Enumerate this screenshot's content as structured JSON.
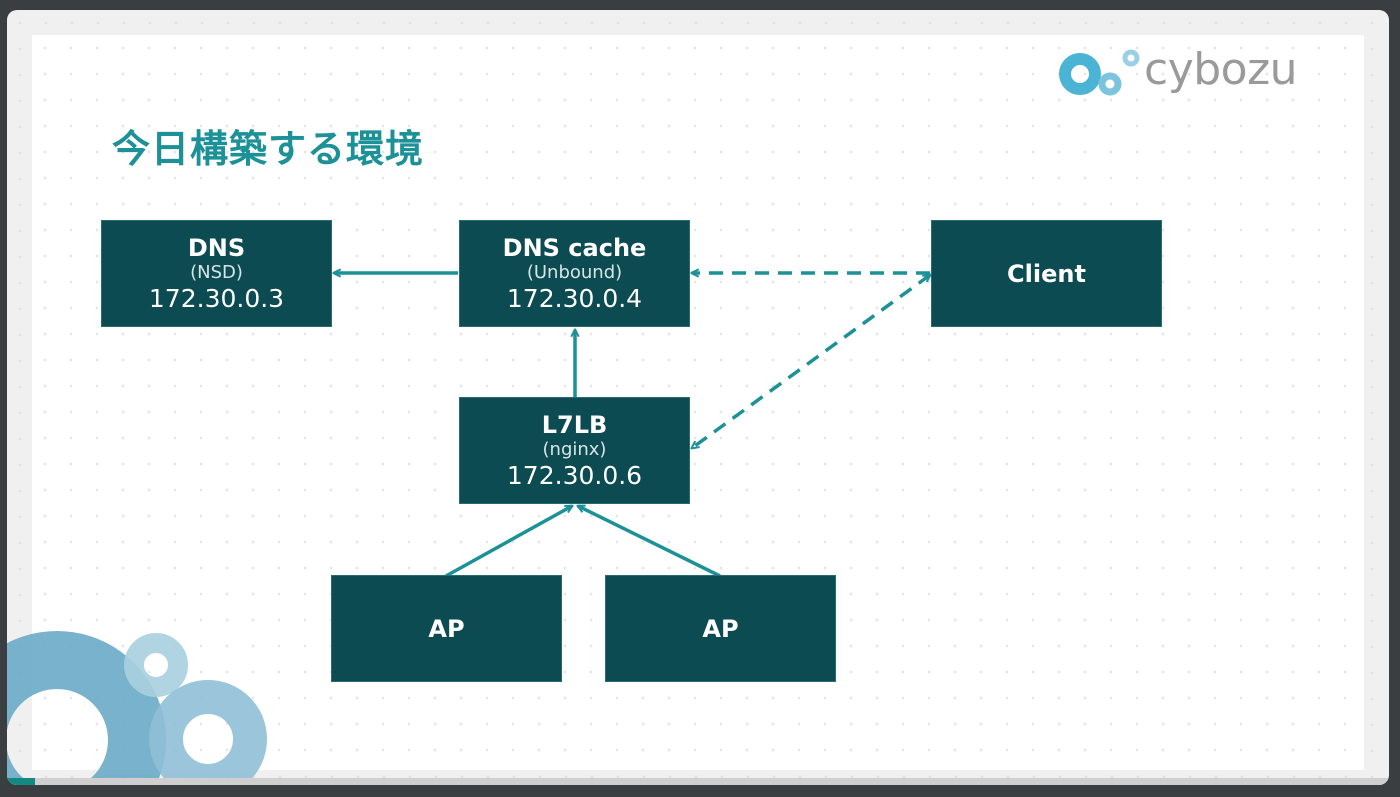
{
  "slide": {
    "title": "今日構築する環境",
    "logo_text": "cybozu",
    "progress": 0.02
  },
  "colors": {
    "title": "#1c9197",
    "node_fill": "#0c4b51",
    "edge": "#1c9197",
    "logo_primary": "#4bb3d3",
    "logo_secondary": "#8fcbe0",
    "deco": "#6aaac6"
  },
  "nodes": {
    "dns": {
      "name": "DNS",
      "sub": "(NSD)",
      "ip": "172.30.0.3"
    },
    "dns_cache": {
      "name": "DNS cache",
      "sub": "(Unbound)",
      "ip": "172.30.0.4"
    },
    "client": {
      "name": "Client"
    },
    "l7lb": {
      "name": "L7LB",
      "sub": "(nginx)",
      "ip": "172.30.0.6"
    },
    "ap1": {
      "name": "AP"
    },
    "ap2": {
      "name": "AP"
    }
  },
  "edges": [
    {
      "from": "dns_cache",
      "to": "dns",
      "style": "solid"
    },
    {
      "from": "client",
      "to": "dns_cache",
      "style": "dashed"
    },
    {
      "from": "client",
      "to": "l7lb",
      "style": "dashed"
    },
    {
      "from": "l7lb",
      "to": "dns_cache",
      "style": "solid"
    },
    {
      "from": "ap1",
      "to": "l7lb",
      "style": "solid"
    },
    {
      "from": "ap2",
      "to": "l7lb",
      "style": "solid"
    }
  ]
}
